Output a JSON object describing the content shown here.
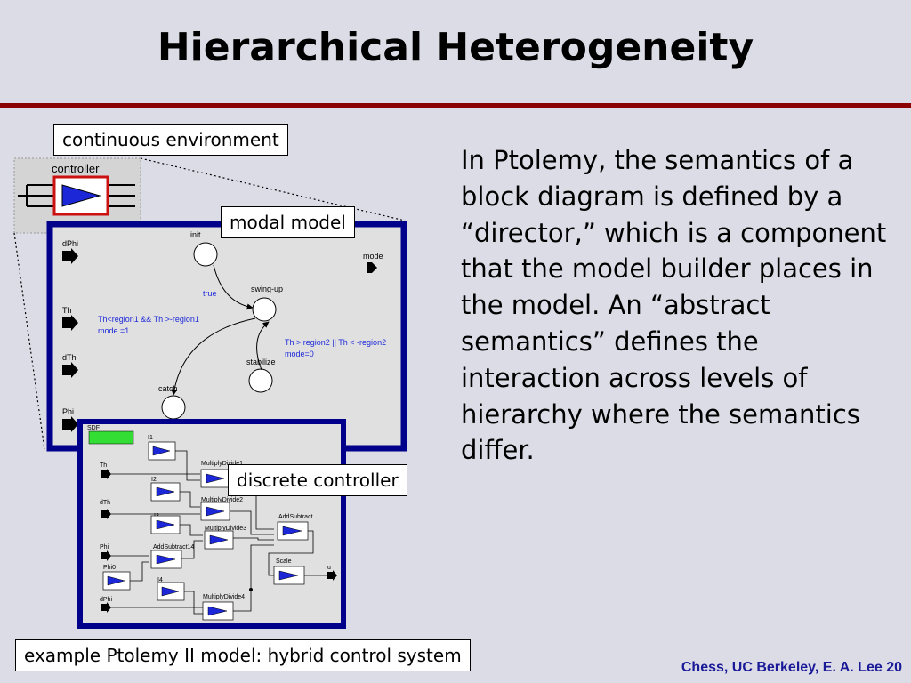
{
  "title": "Hierarchical Heterogeneity",
  "body_text": "In Ptolemy, the semantics of a block diagram is defined by a “director,” which is a component that the model builder places in the model. An “abstract semantics” defines the interaction across levels of hierarchy where the semantics differ.",
  "callouts": {
    "continuous": "continuous environment",
    "modal": "modal model",
    "discrete": "discrete controller",
    "example": "example Ptolemy II model: hybrid control system"
  },
  "footer": "Chess, UC Berkeley, E. A. Lee  20",
  "top_model": {
    "controller_label": "controller"
  },
  "modal_model": {
    "ports": [
      "dPhi",
      "Th",
      "dTh",
      "Phi"
    ],
    "output_port": "mode",
    "states": [
      "init",
      "swing-up",
      "stabilize",
      "catch"
    ],
    "guards": {
      "init_to_swing": "true",
      "catch_guard_line1": "Th<region1 && Th >-region1",
      "catch_guard_line2": "mode =1",
      "stabilize_guard_line1": "Th > region2 || Th < -region2",
      "stabilize_guard_line2": "mode=0"
    }
  },
  "controller_model": {
    "director": "SDF",
    "inputs": [
      "Th",
      "dTh",
      "Phi",
      "Phi0",
      "dPhi"
    ],
    "output": "u",
    "blocks": [
      "I1",
      "I2",
      "I3",
      "I4",
      "MultiplyDivide1",
      "MultiplyDivide2",
      "MultiplyDivide3",
      "MultiplyDivide4",
      "AddSubtract14",
      "AddSubtract",
      "Scale"
    ]
  },
  "colors": {
    "title_rule": "#8b0000",
    "frame_border": "#00008b",
    "actor_triangle": "#1c28d8",
    "director_box": "#33dd33",
    "footer": "#1a1a99"
  }
}
